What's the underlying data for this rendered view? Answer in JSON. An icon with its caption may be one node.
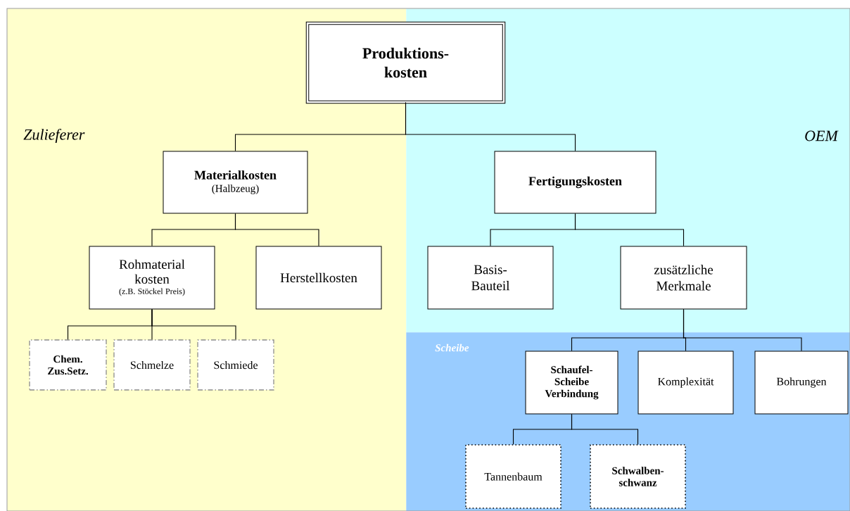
{
  "diagram": {
    "nodes": [
      {
        "text": [
          "Zulieferer"
        ]
      },
      {
        "text": [
          "OEM"
        ]
      },
      {
        "text": [
          "Scheibe"
        ]
      },
      {
        "text": [
          "Produktions- kosten"
        ]
      },
      {
        "text": [
          "Materialkosten",
          "(Halbzeug)"
        ],
        "in": 0
      },
      {
        "text": [
          "Fertigungskosten"
        ],
        "in": 1
      },
      {
        "text": [
          "Rohmaterial kosten",
          "(z.B. Stöckel Preis)"
        ],
        "in": 0
      },
      {
        "text": [
          "Herstellkosten"
        ],
        "in": 0
      },
      {
        "text": [
          "Basis- Bauteil"
        ],
        "in": 1
      },
      {
        "text": [
          "zusätzliche Merkmale"
        ],
        "in": 1
      },
      {
        "text": [
          "Chem. Zus.Setz."
        ],
        "in": 0
      },
      {
        "text": [
          "Schmelze"
        ],
        "in": 0
      },
      {
        "text": [
          "Schmiede"
        ],
        "in": 0
      },
      {
        "text": [
          "Schaufel- Scheibe Verbindung"
        ],
        "in": 2
      },
      {
        "text": [
          "Komplexität"
        ],
        "in": 2
      },
      {
        "text": [
          "Bohrungen"
        ],
        "in": 2
      },
      {
        "text": [
          "Tannenbaum"
        ],
        "in": 2
      },
      {
        "text": [
          "Schwalben- schwanz"
        ],
        "in": 2
      }
    ],
    "edges": [
      {
        "from": 3,
        "to": 4,
        "arrow": "none"
      },
      {
        "from": 3,
        "to": 5,
        "arrow": "none"
      },
      {
        "from": 4,
        "to": 6,
        "arrow": "none"
      },
      {
        "from": 4,
        "to": 7,
        "arrow": "none"
      },
      {
        "from": 5,
        "to": 8,
        "arrow": "none"
      },
      {
        "from": 5,
        "to": 9,
        "arrow": "none"
      },
      {
        "from": 6,
        "to": 10,
        "arrow": "none"
      },
      {
        "from": 6,
        "to": 11,
        "arrow": "none"
      },
      {
        "from": 6,
        "to": 12,
        "arrow": "none"
      },
      {
        "from": 9,
        "to": 13,
        "arrow": "none"
      },
      {
        "from": 9,
        "to": 14,
        "arrow": "none"
      },
      {
        "from": 9,
        "to": 15,
        "arrow": "none"
      },
      {
        "from": 13,
        "to": 16,
        "arrow": "none"
      },
      {
        "from": 13,
        "to": 17,
        "arrow": "none"
      }
    ]
  }
}
